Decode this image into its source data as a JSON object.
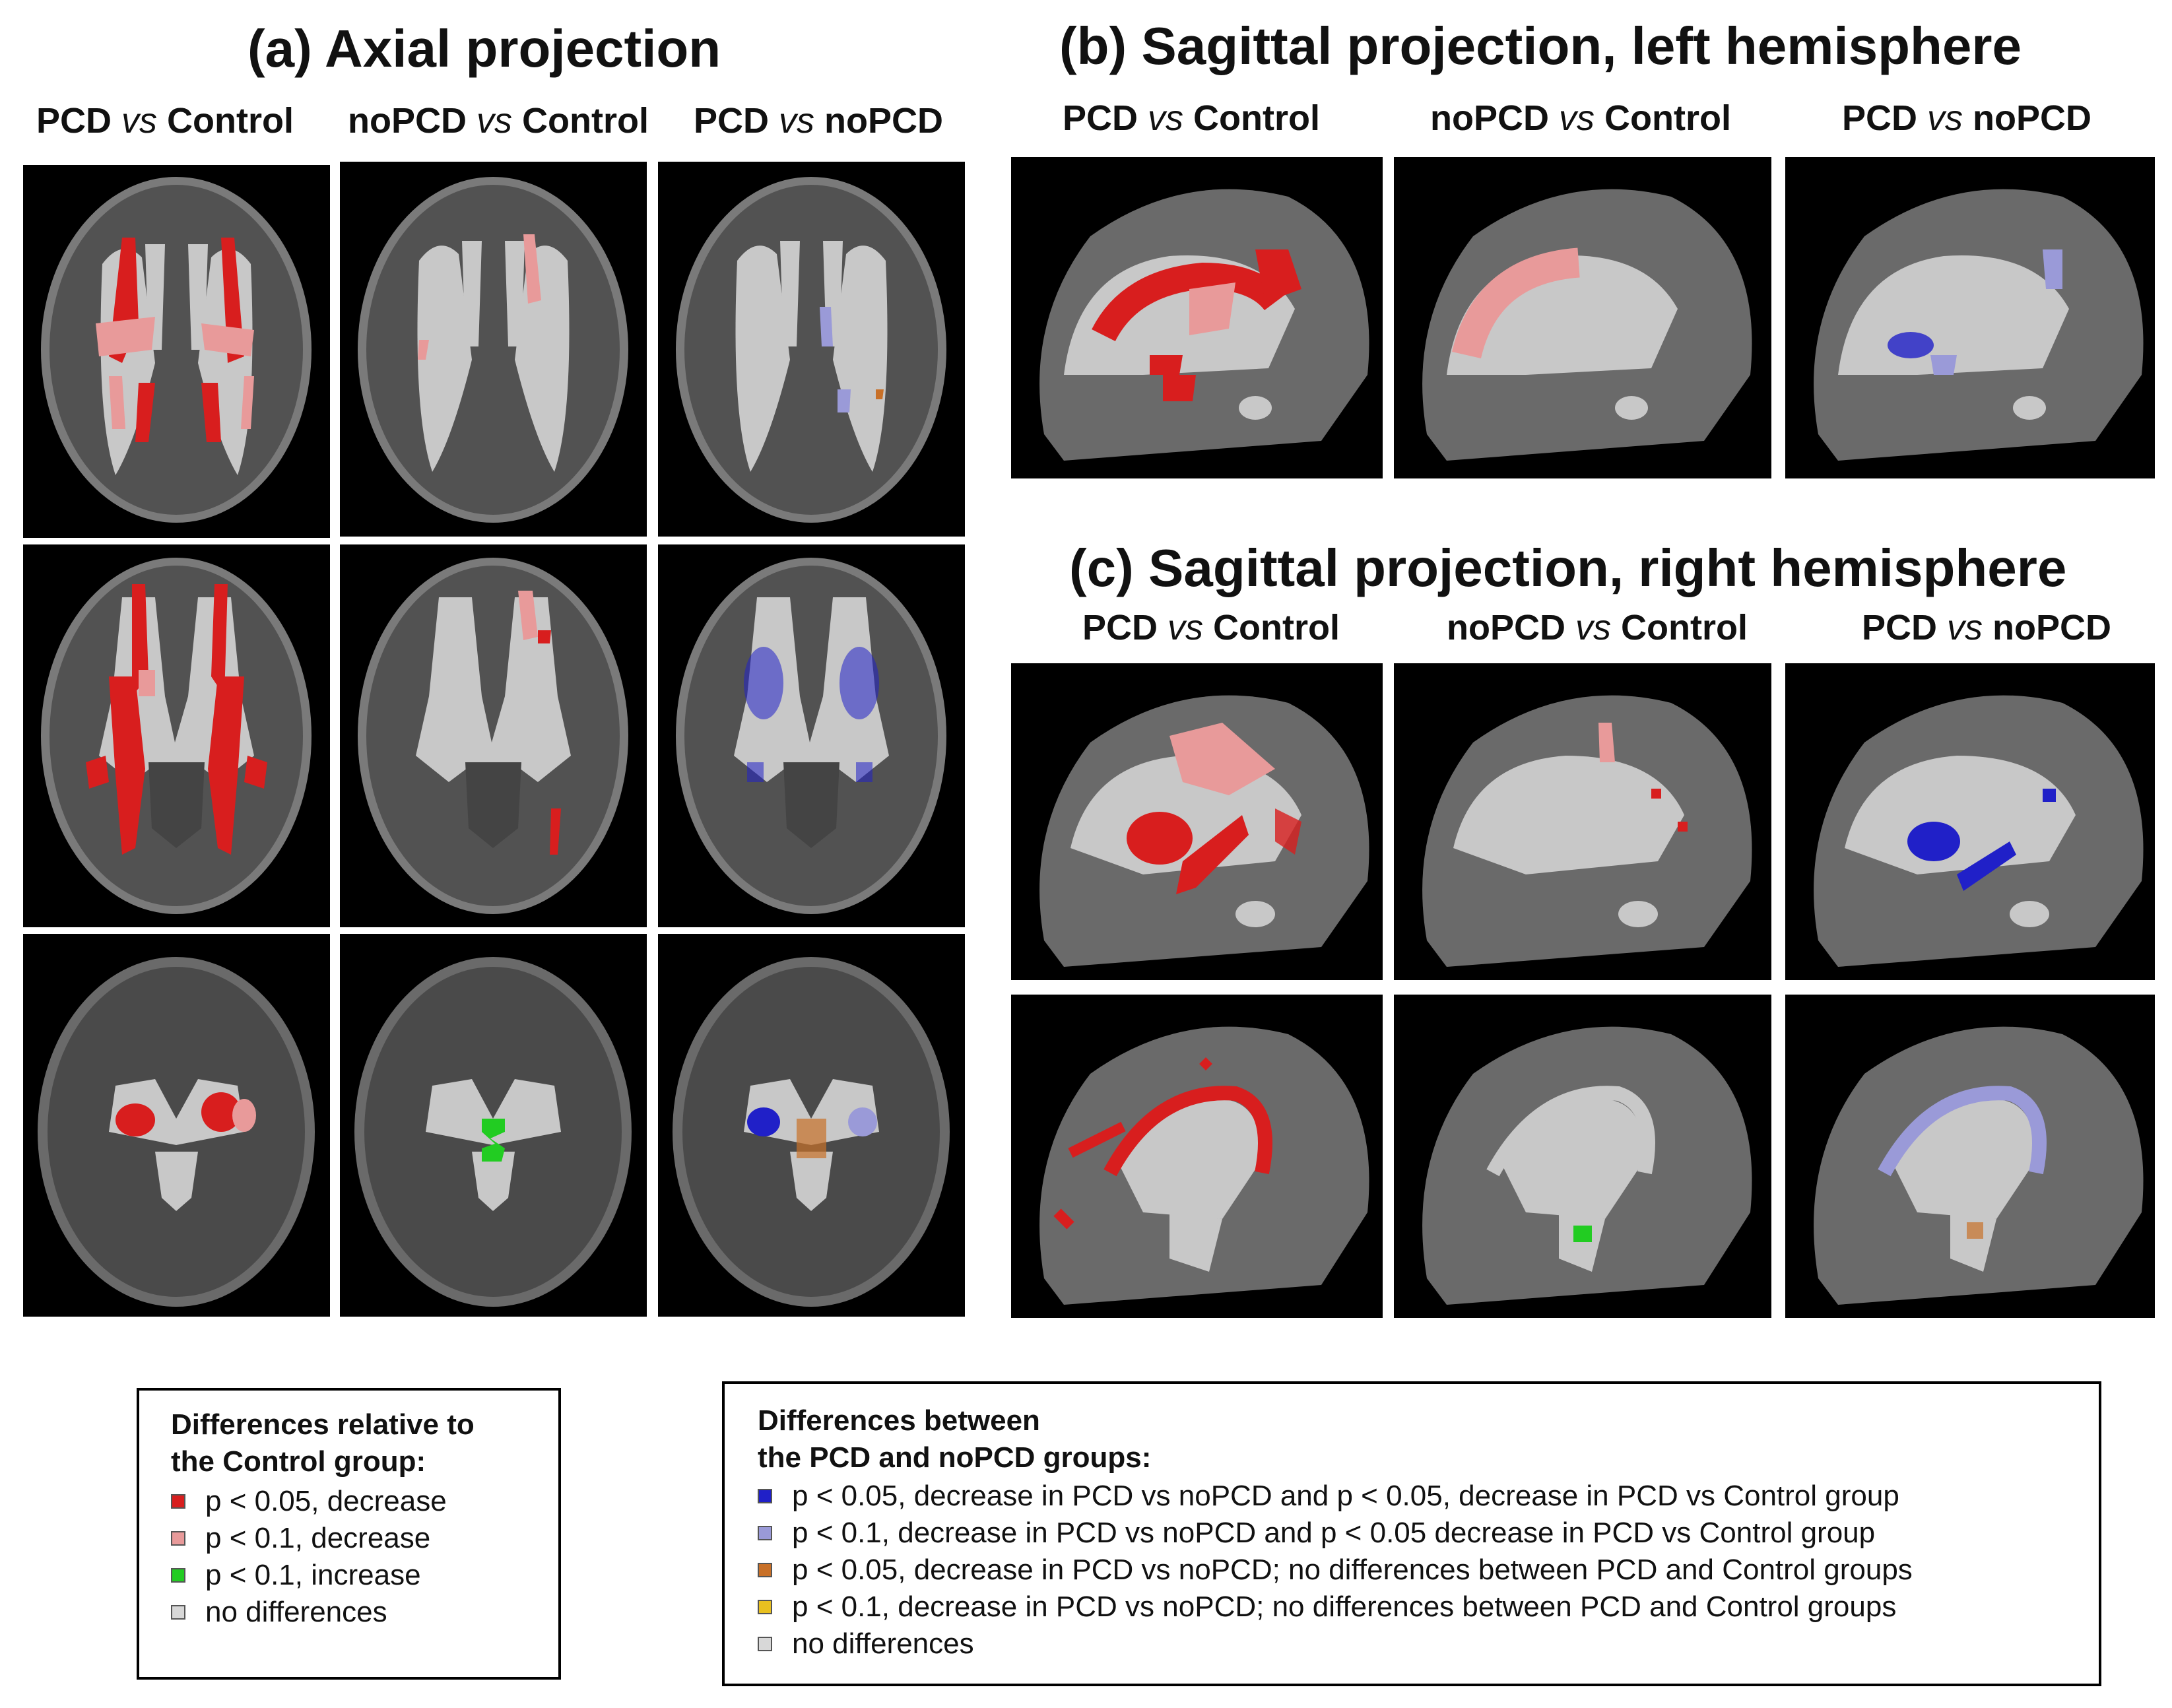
{
  "sections": {
    "a": "(a) Axial projection",
    "b": "(b) Sagittal  projection, left hemisphere",
    "c": "(c) Sagittal projection, right hemisphere"
  },
  "columns": [
    {
      "left": "PCD",
      "vs": "vs",
      "right": "Control"
    },
    {
      "left": "noPCD",
      "vs": "vs",
      "right": "Control"
    },
    {
      "left": "PCD",
      "vs": "vs",
      "right": "noPCD"
    }
  ],
  "colors": {
    "dark_red": "#d81e1e",
    "light_red": "#e89a9a",
    "green": "#22cc22",
    "gray": "#c8c8c8",
    "dark_blue": "#2020c8",
    "light_blue": "#9a9ad8",
    "dark_orange": "#c87028",
    "yellow": "#e8c020"
  },
  "legend_control": {
    "title_line1": "Differences relative to",
    "title_line2": "the Control group:",
    "items": [
      {
        "color": "#d81e1e",
        "label": "p < 0.05, decrease"
      },
      {
        "color": "#e89a9a",
        "label": "p < 0.1, decrease"
      },
      {
        "color": "#22cc22",
        "label": "p < 0.1, increase"
      },
      {
        "color": "#d8d8d8",
        "label": "no differences"
      }
    ]
  },
  "legend_groups": {
    "title_line1": "Differences between",
    "title_line2": "the PCD and noPCD groups:",
    "items": [
      {
        "color": "#2020c8",
        "label": "p < 0.05, decrease in PCD vs noPCD and p < 0.05, decrease in PCD vs Control group"
      },
      {
        "color": "#9a9ad8",
        "label": "p < 0.1, decrease in PCD vs noPCD and p < 0.05 decrease in PCD vs Control group"
      },
      {
        "color": "#c87028",
        "label": "p < 0.05, decrease in PCD vs noPCD; no differences between  PCD and Control groups"
      },
      {
        "color": "#e8c020",
        "label": "p < 0.1, decrease in PCD vs noPCD; no differences between PCD and Control groups"
      },
      {
        "color": "#d8d8d8",
        "label": "no differences"
      }
    ]
  }
}
